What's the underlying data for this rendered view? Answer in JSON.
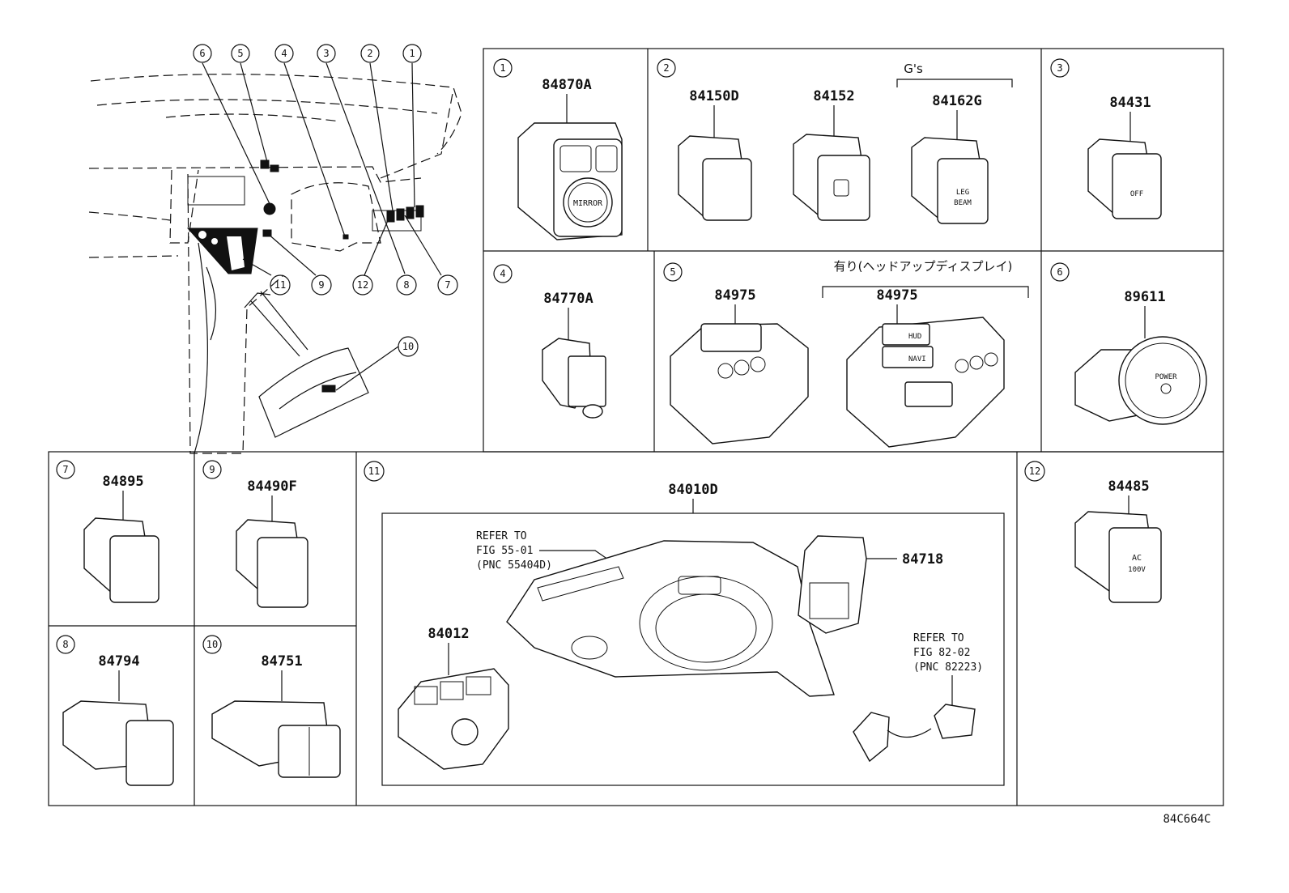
{
  "callouts": {
    "c1": "1",
    "c2": "2",
    "c3": "3",
    "c4": "4",
    "c5": "5",
    "c6": "6",
    "c7": "7",
    "c8": "8",
    "c9": "9",
    "c10": "10",
    "c11": "11",
    "c12": "12"
  },
  "panels": {
    "p1": {
      "part": "84870A",
      "mirror_label": "MIRROR"
    },
    "p2": {
      "part_a": "84150D",
      "part_b": "84152",
      "part_c": "84162G",
      "group_label": "G's",
      "leg_label": "LEG",
      "beam_label": "BEAM"
    },
    "p3": {
      "part": "84431",
      "off_label": "OFF"
    },
    "p4": {
      "part": "84770A"
    },
    "p5": {
      "part_a": "84975",
      "part_b": "84975",
      "jp_label": "有り(ヘッドアップディスプレイ)",
      "hud_label": "HUD",
      "navi_label": "NAVI"
    },
    "p6": {
      "part": "89611",
      "power_label": "POWER"
    },
    "p7": {
      "part": "84895"
    },
    "p8": {
      "part": "84794"
    },
    "p9": {
      "part": "84490F"
    },
    "p10": {
      "part": "84751"
    },
    "p11": {
      "part_main": "84010D",
      "part_a": "84012",
      "part_b": "84718",
      "ref1_l1": "REFER TO",
      "ref1_l2": "FIG 55-01",
      "ref1_l3": "(PNC 55404D)",
      "ref2_l1": "REFER TO",
      "ref2_l2": "FIG 82-02",
      "ref2_l3": "(PNC 82223)"
    },
    "p12": {
      "part": "84485",
      "ac_label": "AC",
      "volt_label": "100V"
    }
  },
  "diagram_code": "84C664C",
  "colors": {
    "line": "#111111",
    "background": "#ffffff"
  }
}
